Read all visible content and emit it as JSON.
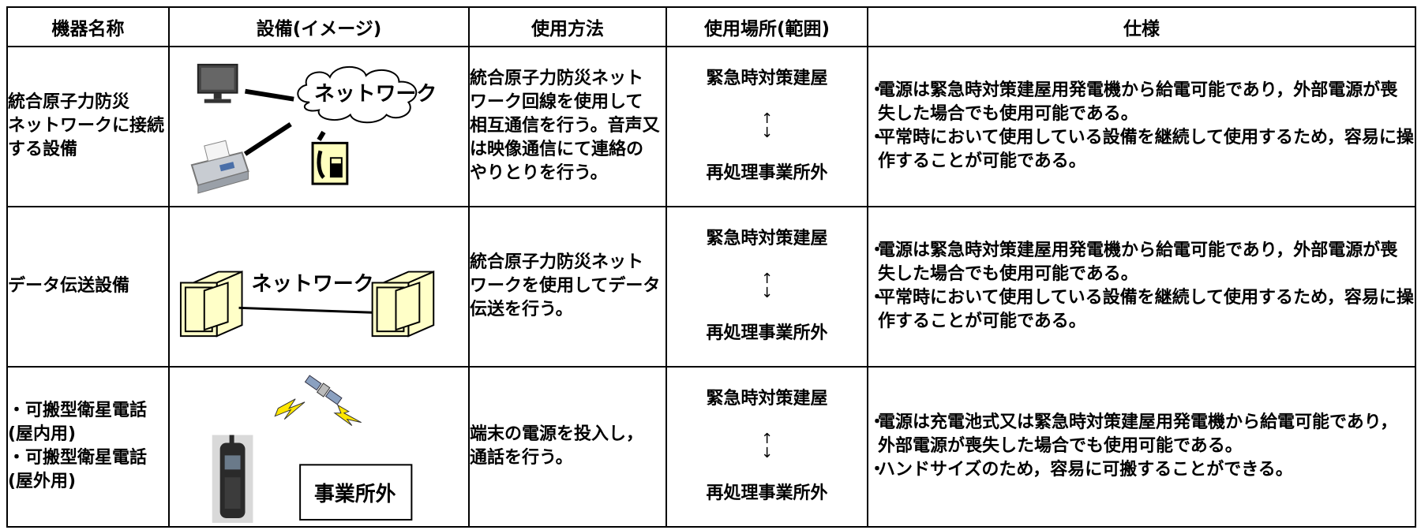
{
  "headers": {
    "name": "機器名称",
    "image": "設備(イメージ)",
    "method": "使用方法",
    "scope": "使用場所(範囲)",
    "spec": "仕様"
  },
  "rows": [
    {
      "name": [
        "統合原子力防災",
        "ネットワークに接続",
        "する設備"
      ],
      "image_label": "ネットワーク",
      "method": [
        "統合原子力防災ネット",
        "ワーク回線を使用して",
        "相互通信を行う。音声又",
        "は映像通信にて連絡の",
        "やりとりを行う。"
      ],
      "scope_top": "緊急時対策建屋",
      "scope_bottom": "再処理事業所外",
      "spec": [
        [
          "・",
          "電源は緊急時対策建屋用発電機から給電可能であり，外部電源が喪失した場合でも使用可能である。"
        ],
        [
          "・",
          "平常時において使用している設備を継続して使用するため，容易に操作することが可能である。"
        ]
      ]
    },
    {
      "name": [
        "データ伝送設備"
      ],
      "image_label": "ネットワーク",
      "method": [
        "統合原子力防災ネット",
        "ワークを使用してデータ",
        "伝送を行う。"
      ],
      "scope_top": "緊急時対策建屋",
      "scope_bottom": "再処理事業所外",
      "spec": [
        [
          "・",
          "電源は緊急時対策建屋用発電機から給電可能であり，外部電源が喪失した場合でも使用可能である。"
        ],
        [
          "・",
          "平常時において使用している設備を継続して使用するため，容易に操作することが可能である。"
        ]
      ]
    },
    {
      "name": [
        "・可搬型衛星電話",
        "(屋内用)",
        "・可搬型衛星電話",
        "(屋外用)"
      ],
      "image_label": "事業所外",
      "method": [
        "端末の電源を投入し，",
        "通話を行う。"
      ],
      "scope_top": "緊急時対策建屋",
      "scope_bottom": "再処理事業所外",
      "spec": [
        [
          "・",
          "電源は充電池式又は緊急時対策建屋用発電機から給電可能であり，外部電源が喪失した場合でも使用可能である。"
        ],
        [
          "・",
          "ハンドサイズのため，容易に可搬することができる。"
        ]
      ]
    }
  ],
  "arrow_up": "↑",
  "arrow_down": "↓"
}
